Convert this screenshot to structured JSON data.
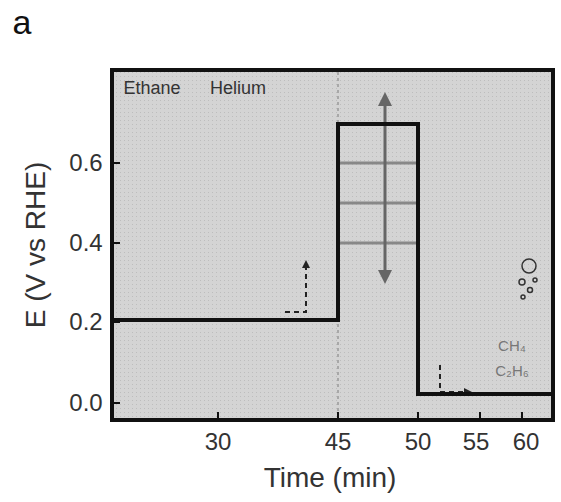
{
  "diagram": {
    "labels": [
      "a",
      "Ethane",
      "Helium",
      "0.6",
      "0.4",
      "0.2",
      "0.0",
      "E (V vs RHE)",
      "30",
      "45",
      "50",
      "55",
      "60",
      "Time (min)",
      "CH₄",
      "C₂H₆"
    ]
  }
}
